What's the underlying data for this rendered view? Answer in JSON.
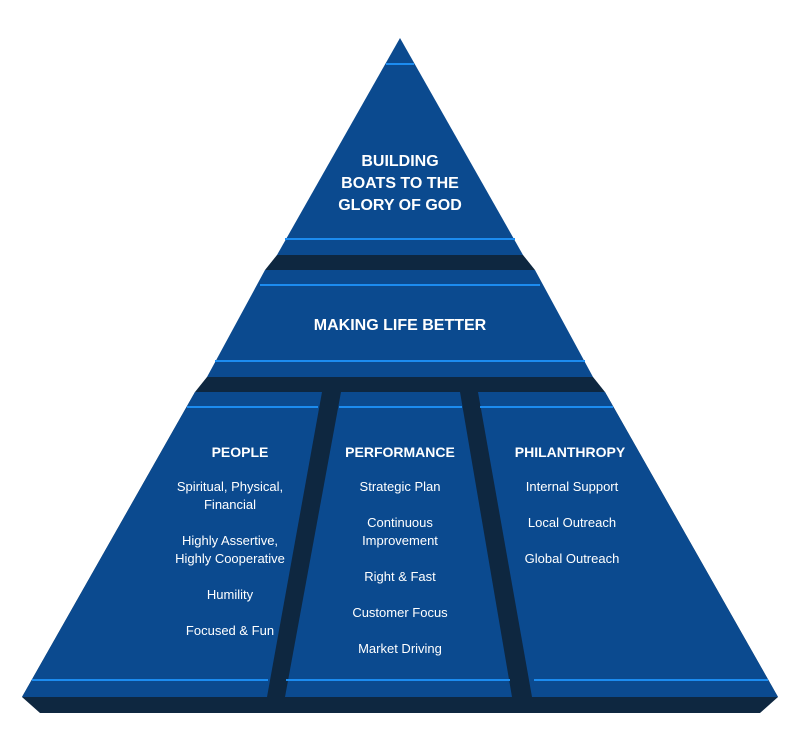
{
  "colors": {
    "face": "#0b4a8f",
    "dark": "#0e2740",
    "stripe": "#1c8cf0",
    "text": "#ffffff"
  },
  "tiers": {
    "top": {
      "title_lines": [
        "BUILDING",
        "BOATS TO THE",
        "GLORY OF GOD"
      ]
    },
    "middle": {
      "title": "MAKING LIFE BETTER"
    },
    "bottom": {
      "columns": [
        {
          "heading": "PEOPLE",
          "items": [
            [
              "Spiritual, Physical,",
              "Financial"
            ],
            [
              "Highly Assertive,",
              "Highly Cooperative"
            ],
            [
              "Humility"
            ],
            [
              "Focused & Fun"
            ]
          ]
        },
        {
          "heading": "PERFORMANCE",
          "items": [
            [
              "Strategic Plan"
            ],
            [
              "Continuous",
              "Improvement"
            ],
            [
              "Right & Fast"
            ],
            [
              "Customer Focus"
            ],
            [
              "Market Driving"
            ]
          ]
        },
        {
          "heading": "PHILANTHROPY",
          "items": [
            [
              "Internal Support"
            ],
            [
              "Local Outreach"
            ],
            [
              "Global Outreach"
            ]
          ]
        }
      ]
    }
  }
}
